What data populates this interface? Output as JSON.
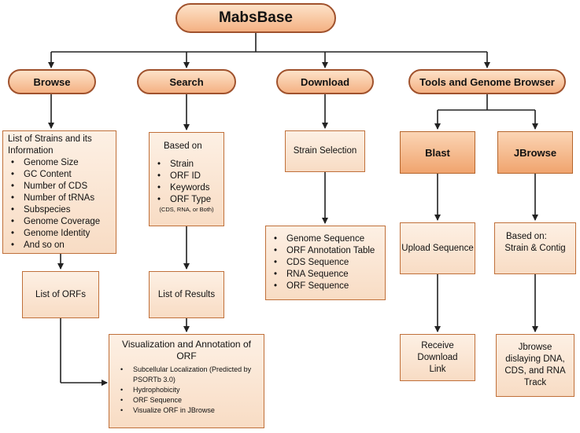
{
  "root": {
    "label": "MabsBase"
  },
  "categories": {
    "browse": "Browse",
    "search": "Search",
    "download": "Download",
    "tools": "Tools and Genome Browser"
  },
  "browse": {
    "heading": "List of Strains and its Information",
    "items": [
      "Genome Size",
      "GC Content",
      "Number of CDS",
      "Number of tRNAs",
      "Subspecies",
      "Genome Coverage",
      "Genome Identity",
      "And so on"
    ],
    "orfs": "List of ORFs"
  },
  "search": {
    "heading": "Based on",
    "items": [
      "Strain",
      "ORF ID",
      "Keywords",
      "ORF Type"
    ],
    "type_note": "(CDS, RNA, or Both)",
    "results": "List of Results"
  },
  "visualization": {
    "heading": "Visualization and Annotation of ORF",
    "items": [
      "Subcellular Localization (Predicted by PSORTb 3.0)",
      "Hydrophobicity",
      "ORF Sequence",
      "Visualize ORF in JBrowse"
    ]
  },
  "download": {
    "selection": "Strain Selection",
    "items": [
      "Genome Sequence",
      "ORF Annotation Table",
      "CDS Sequence",
      "RNA Sequence",
      "ORF Sequence"
    ]
  },
  "tools": {
    "blast": "Blast",
    "jbrowse": "JBrowse",
    "upload": "Upload Sequence",
    "receive": "Receive Download Link",
    "based_on": "Based on:",
    "strain_contig": "Strain & Contig",
    "display": "Jbrowse dislaying DNA, CDS, and RNA Track"
  }
}
